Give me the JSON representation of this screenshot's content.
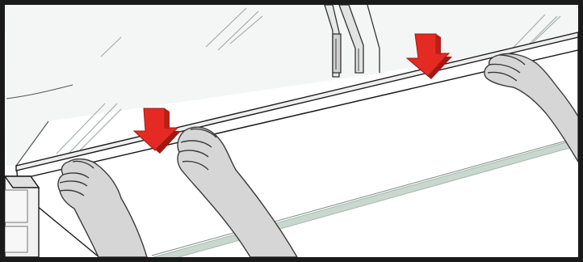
{
  "illustration": {
    "colors": {
      "frame": "#1a1a1a",
      "background": "#ffffff",
      "glass_tint": "#f4f6f6",
      "glass_edge": "#a9b8b0",
      "glass_green": "#c9d8cf",
      "arrow_fill": "#e52a24",
      "arrow_shadow": "#9e1a14",
      "skin": "#d6d6d6",
      "skin_stroke": "#3a3a3a"
    },
    "icons": [
      "push-down-arrow-icon",
      "push-down-arrow-icon",
      "left-hand",
      "center-hand",
      "right-hand"
    ]
  }
}
